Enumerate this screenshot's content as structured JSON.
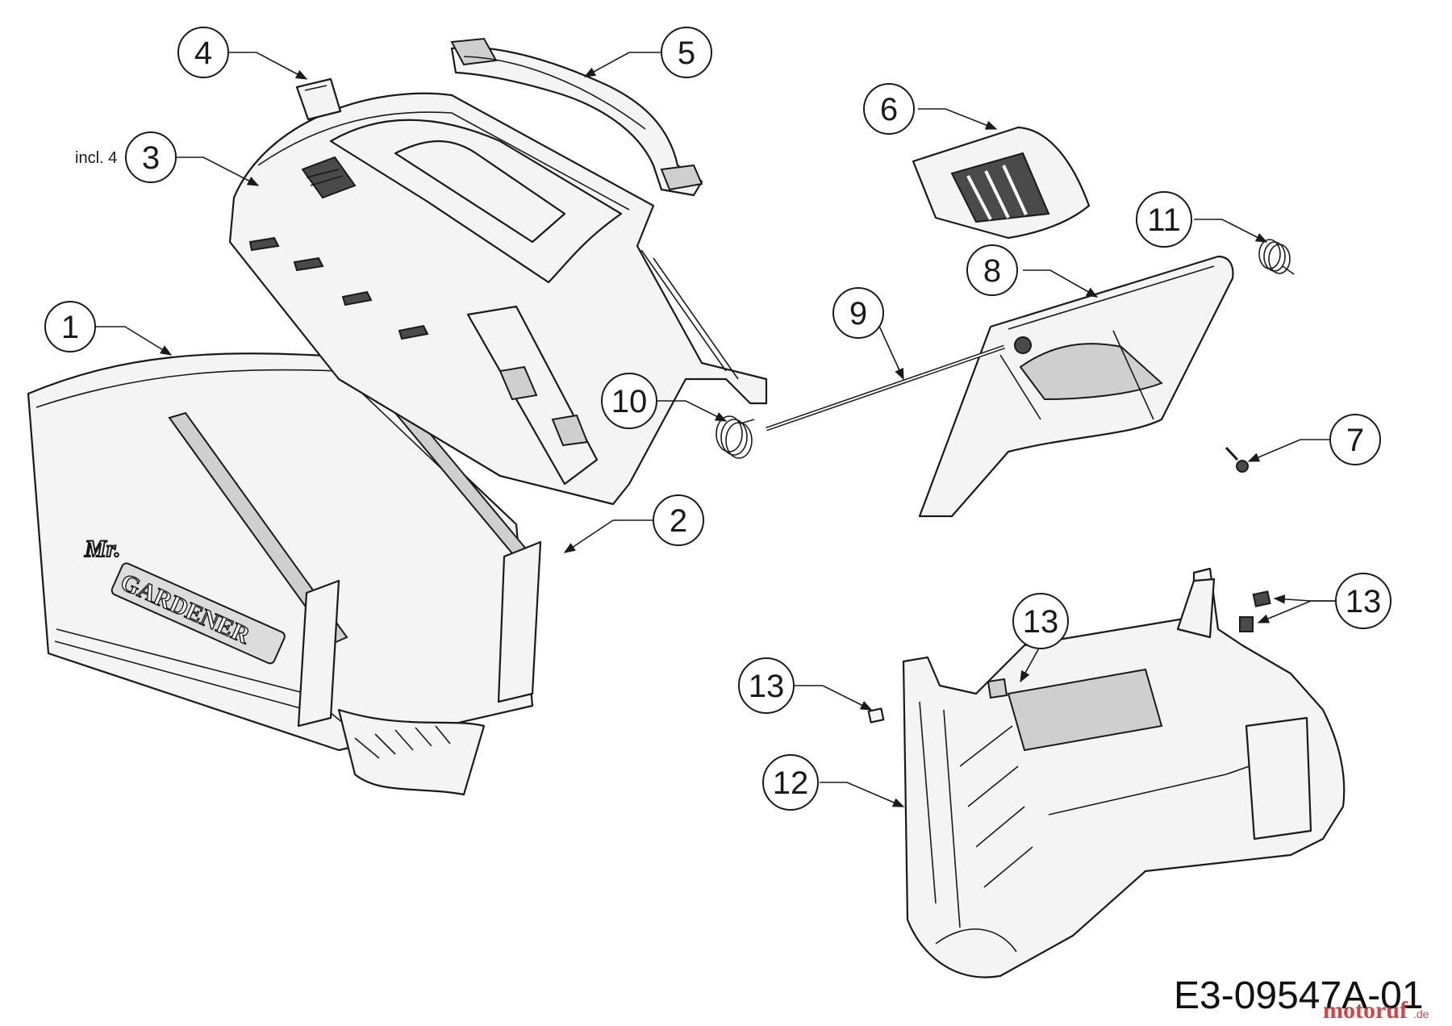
{
  "drawing_number": "E3-09547A-01",
  "watermark": {
    "name": "motoruf",
    "suffix": ".de"
  },
  "callouts": [
    {
      "id": "1",
      "label": "1"
    },
    {
      "id": "2",
      "label": "2"
    },
    {
      "id": "3",
      "label": "3",
      "note": "incl. 4"
    },
    {
      "id": "4",
      "label": "4"
    },
    {
      "id": "5",
      "label": "5"
    },
    {
      "id": "6",
      "label": "6"
    },
    {
      "id": "7",
      "label": "7"
    },
    {
      "id": "8",
      "label": "8"
    },
    {
      "id": "9",
      "label": "9"
    },
    {
      "id": "10",
      "label": "10"
    },
    {
      "id": "11",
      "label": "11"
    },
    {
      "id": "12",
      "label": "12"
    },
    {
      "id": "13a",
      "label": "13"
    },
    {
      "id": "13b",
      "label": "13"
    },
    {
      "id": "13c",
      "label": "13"
    }
  ],
  "logo_text": {
    "script": "Mr.",
    "plate": "GARDENER"
  }
}
